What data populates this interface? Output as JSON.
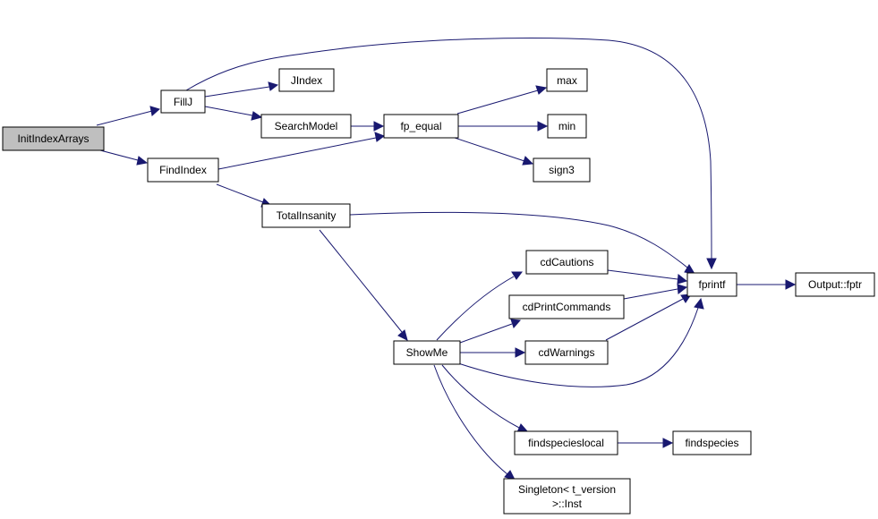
{
  "diagram": {
    "nodes": {
      "initindexarrays": "InitIndexArrays",
      "fillj": "FillJ",
      "findindex": "FindIndex",
      "jindex": "JIndex",
      "searchmodel": "SearchModel",
      "fp_equal": "fp_equal",
      "max": "max",
      "min": "min",
      "sign3": "sign3",
      "totalinsanity": "TotalInsanity",
      "fprintf": "fprintf",
      "output_fptr": "Output::fptr",
      "showme": "ShowMe",
      "cdcautions": "cdCautions",
      "cdprintcommands": "cdPrintCommands",
      "cdwarnings": "cdWarnings",
      "findspecieslocal": "findspecieslocal",
      "findspecies": "findspecies",
      "singleton_inst_line1": "Singleton< t_version",
      "singleton_inst_line2": ">::Inst"
    },
    "colors": {
      "edge": "#191970",
      "root_fill": "#bfbfbf",
      "node_fill": "#ffffff",
      "node_border": "#000000"
    }
  }
}
